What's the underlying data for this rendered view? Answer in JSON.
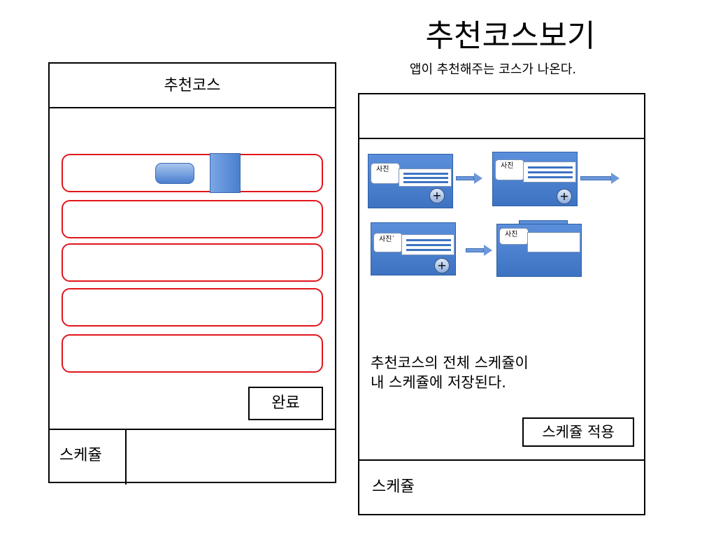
{
  "slide": {
    "title": "추천코스보기",
    "subtitle": "앱이 추천해주는 코스가 나온다."
  },
  "left_screen": {
    "header_title": "추천코스",
    "done_label": "완료",
    "tab_label": "스케쥴"
  },
  "right_screen": {
    "cards": [
      {
        "photo_label": "사진"
      },
      {
        "photo_label": "사진"
      },
      {
        "photo_label": "사진`"
      },
      {
        "photo_label": "사진"
      }
    ],
    "plus_symbol": "+",
    "description_line1": "추천코스의 전체 스케쥴이",
    "description_line2": "내 스케쥴에 저장된다.",
    "apply_label": "스케쥴 적용",
    "tab_label": "스케쥴"
  },
  "colors": {
    "row_border": "#e0161b",
    "card_blue": "#4a7fcf"
  }
}
